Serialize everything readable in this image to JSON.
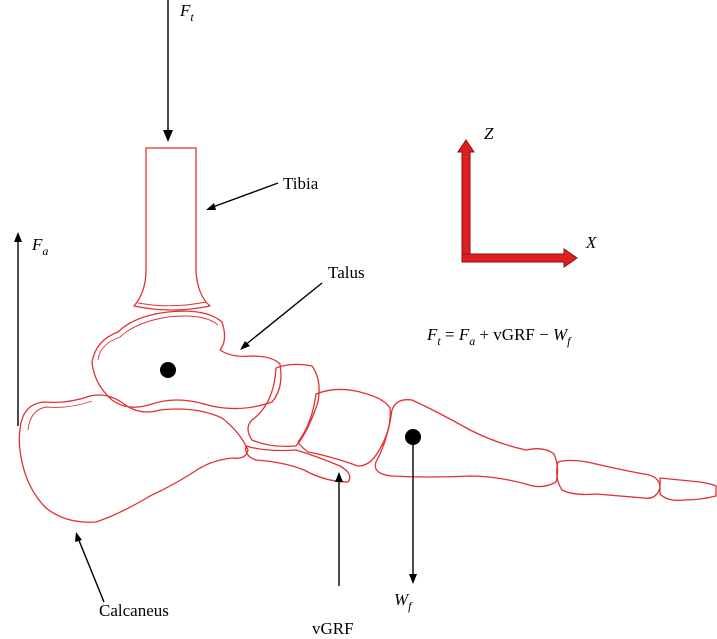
{
  "labels": {
    "tibia": "Tibia",
    "talus": "Talus",
    "calcaneus": "Calcaneus",
    "vgrf": "vGRF"
  },
  "forces": {
    "ft": {
      "symbol": "F",
      "subscript": "t"
    },
    "fa": {
      "symbol": "F",
      "subscript": "a"
    },
    "wf": {
      "symbol": "W",
      "subscript": "f"
    }
  },
  "axes": {
    "z": "Z",
    "x": "X"
  },
  "equation": {
    "lhs_symbol": "F",
    "lhs_sub": "t",
    "eq": " = ",
    "a_symbol": "F",
    "a_sub": "a",
    "plus_vgrf": " + vGRF − ",
    "w_symbol": "W",
    "w_sub": "f"
  },
  "colors": {
    "bone": "#e03232",
    "axis_fill": "#e02020",
    "axis_stroke": "#8a1010",
    "force": "#000000"
  }
}
